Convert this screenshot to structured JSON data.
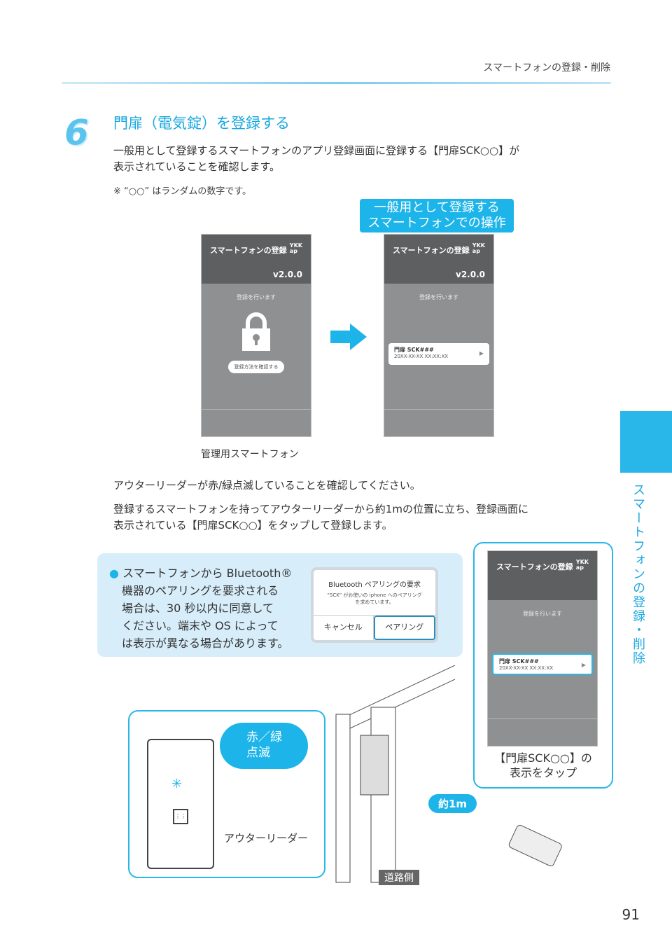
{
  "header": {
    "section": "スマートフォンの登録・削除"
  },
  "step": {
    "number": "6",
    "title": "門扉（電気錠）を登録する",
    "desc1": "一般用として登録するスマートフォンのアプリ登録画面に登録する【門扉SCK○○】が",
    "desc1b": "表示されていることを確認します。",
    "note": "※ “○○” はランダムの数字です。"
  },
  "badge": {
    "line1": "一般用として登録する",
    "line2": "スマートフォンでの操作"
  },
  "phone": {
    "title": "スマートフォンの登録",
    "logo1": "YKK",
    "logo2": "ap",
    "version": "v2.0.0",
    "status": "登録を行います",
    "confirm_button": "登録方法を確認する",
    "item_name": "門扉 SCK###",
    "item_sub": "20XX-XX-XX  XX:XX:XX",
    "caption_admin": "管理用スマートフォン"
  },
  "body": {
    "p1": "アウターリーダーが赤/緑点滅していることを確認してください。",
    "p2a": "登録するスマートフォンを持ってアウターリーダーから約1mの位置に立ち、登録画面に",
    "p2b": "表示されている【門扉SCK○○】をタップして登録します。"
  },
  "info": {
    "l1": "スマートフォンから Bluetooth®",
    "l2": "機器のペアリングを要求される",
    "l3": "場合は、30 秒以内に同意して",
    "l4": "ください。端末や OS によって",
    "l5": "は表示が異なる場合があります。"
  },
  "dialog": {
    "title": "Bluetooth ペアリングの要求",
    "msg1": "“SCK” がお使いの iphone へのペアリング",
    "msg2": "を求めています。",
    "cancel": "キャンセル",
    "pair": "ペアリング"
  },
  "illust": {
    "blink1": "赤／緑",
    "blink2": "点滅",
    "reader": "アウターリーダー",
    "distance": "約1m",
    "road": "道路側",
    "tap1": "【門扉SCK○○】の",
    "tap2": "表示をタップ"
  },
  "sidetab": {
    "label": "スマートフォンの登録・削除"
  },
  "page": "91"
}
